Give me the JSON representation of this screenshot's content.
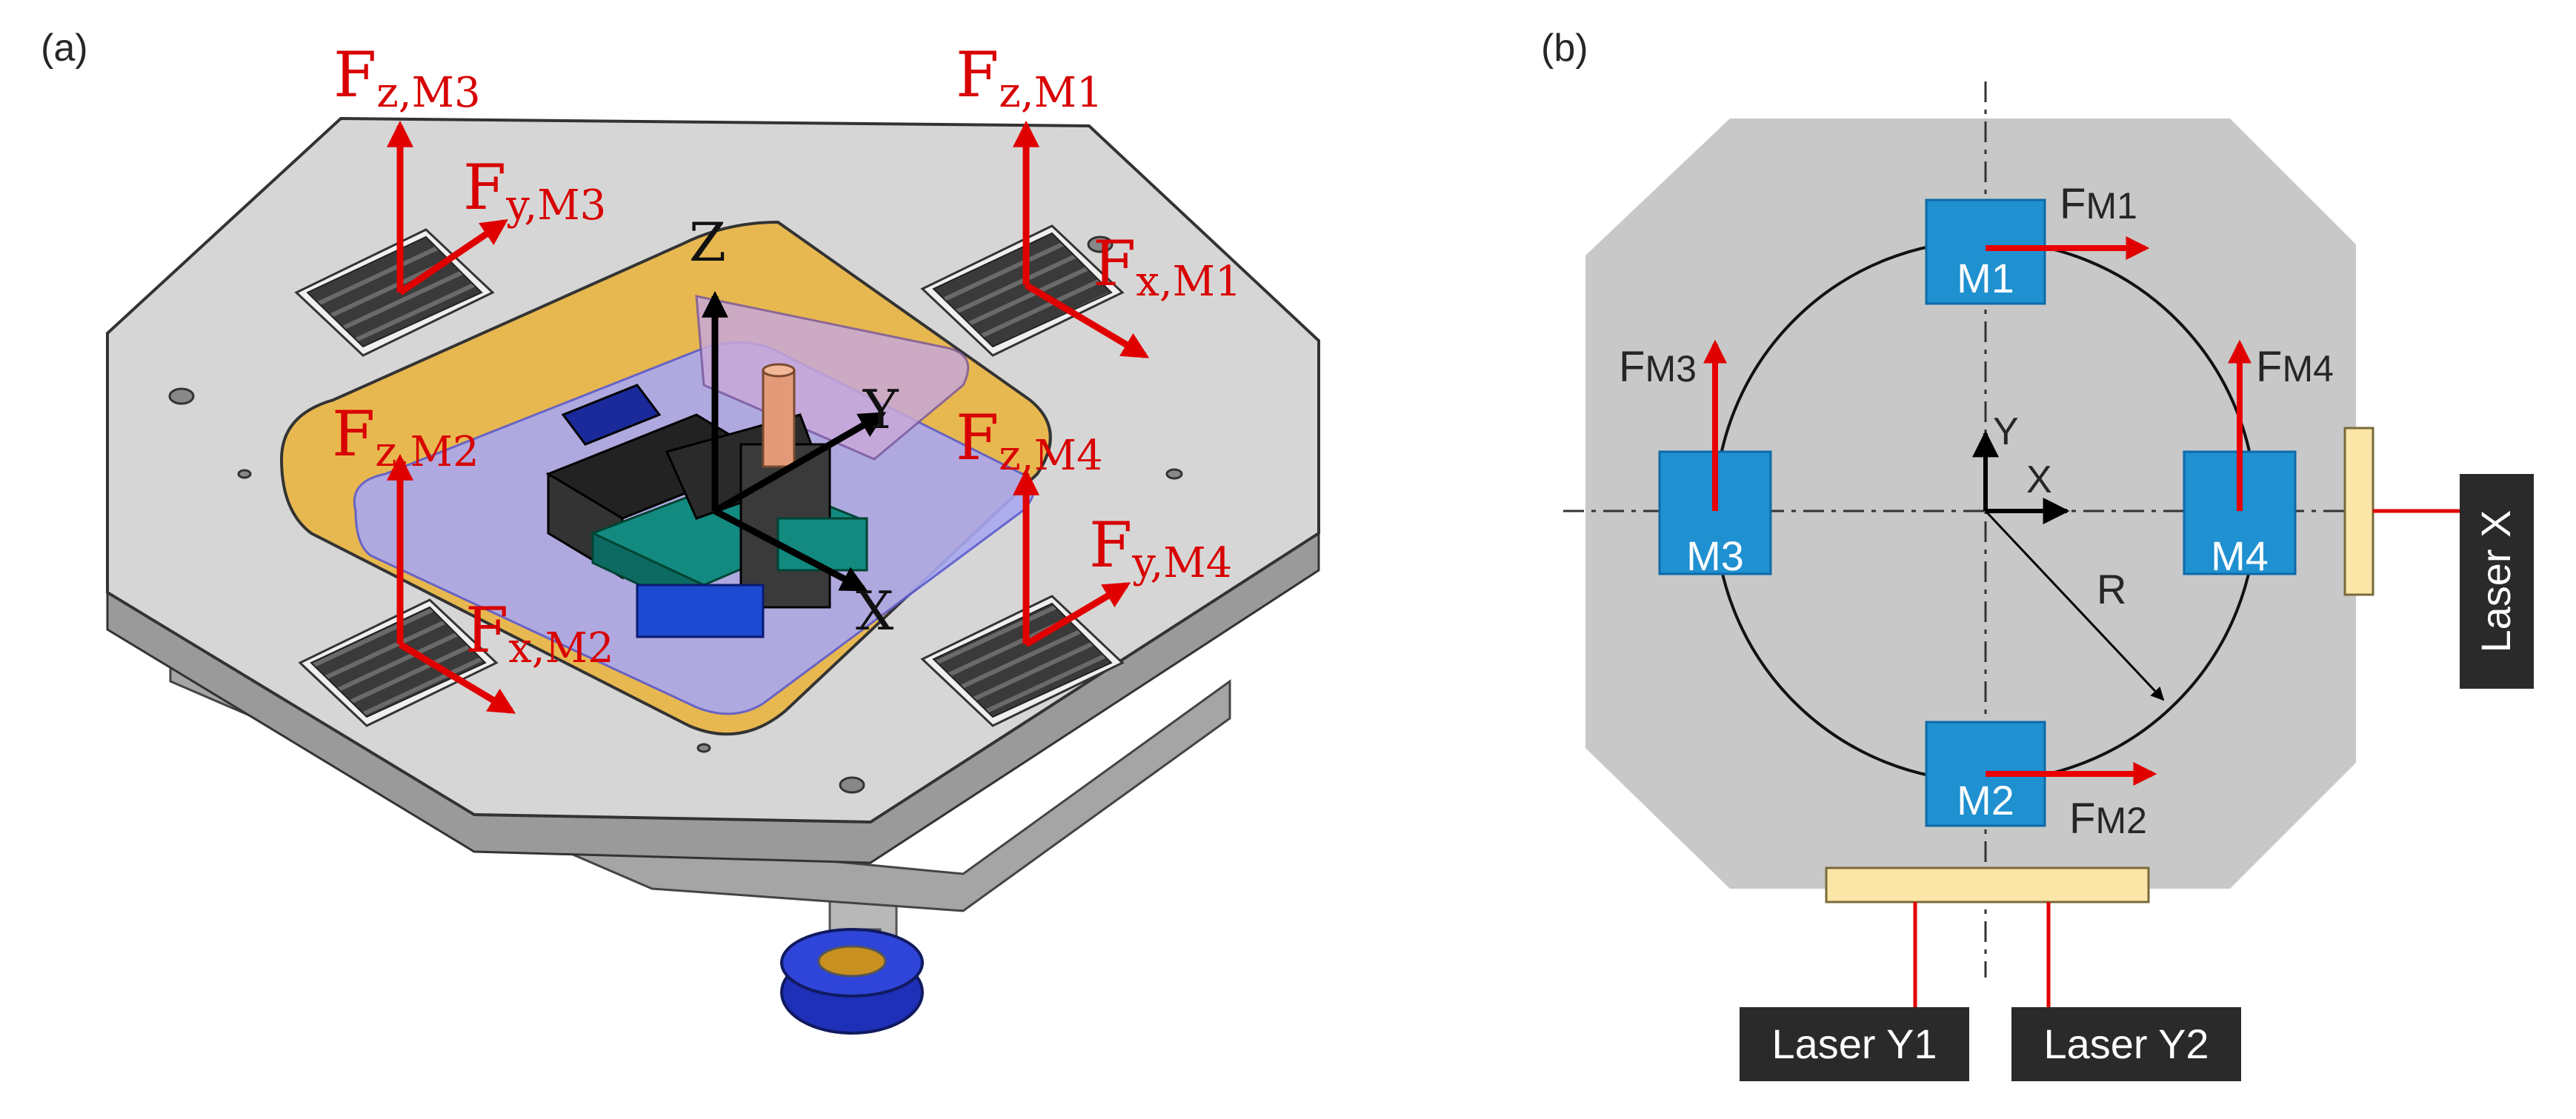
{
  "panel_a": {
    "label": "(a)",
    "axes": {
      "z": "Z",
      "y": "Y",
      "x": "X"
    },
    "forces": {
      "m3": {
        "z": {
          "base": "F",
          "sub": "z,M3"
        },
        "y": {
          "base": "F",
          "sub": "y,M3"
        }
      },
      "m1": {
        "z": {
          "base": "F",
          "sub": "z,M1"
        },
        "x": {
          "base": "F",
          "sub": "x,M1"
        }
      },
      "m2": {
        "z": {
          "base": "F",
          "sub": "z,M2"
        },
        "x": {
          "base": "F",
          "sub": "x,M2"
        }
      },
      "m4": {
        "z": {
          "base": "F",
          "sub": "z,M4"
        },
        "y": {
          "base": "F",
          "sub": "y,M4"
        }
      }
    }
  },
  "panel_b": {
    "label": "(b)",
    "magnets": {
      "m1": "M1",
      "m2": "M2",
      "m3": "M3",
      "m4": "M4"
    },
    "forces": {
      "m1": {
        "base": "F",
        "sub": "M1"
      },
      "m2": {
        "base": "F",
        "sub": "M2"
      },
      "m3": {
        "base": "F",
        "sub": "M3"
      },
      "m4": {
        "base": "F",
        "sub": "M4"
      }
    },
    "axes": {
      "y": "Y",
      "x": "X"
    },
    "radius_label": "R",
    "lasers": {
      "x": "Laser X",
      "y1": "Laser Y1",
      "y2": "Laser Y2"
    },
    "colors": {
      "plate": "#c8c8c8",
      "magnet": "#1f90d0",
      "force": "#e80000",
      "mirror": "#fbe6a8",
      "laser_box": "#2a2a2a"
    }
  }
}
